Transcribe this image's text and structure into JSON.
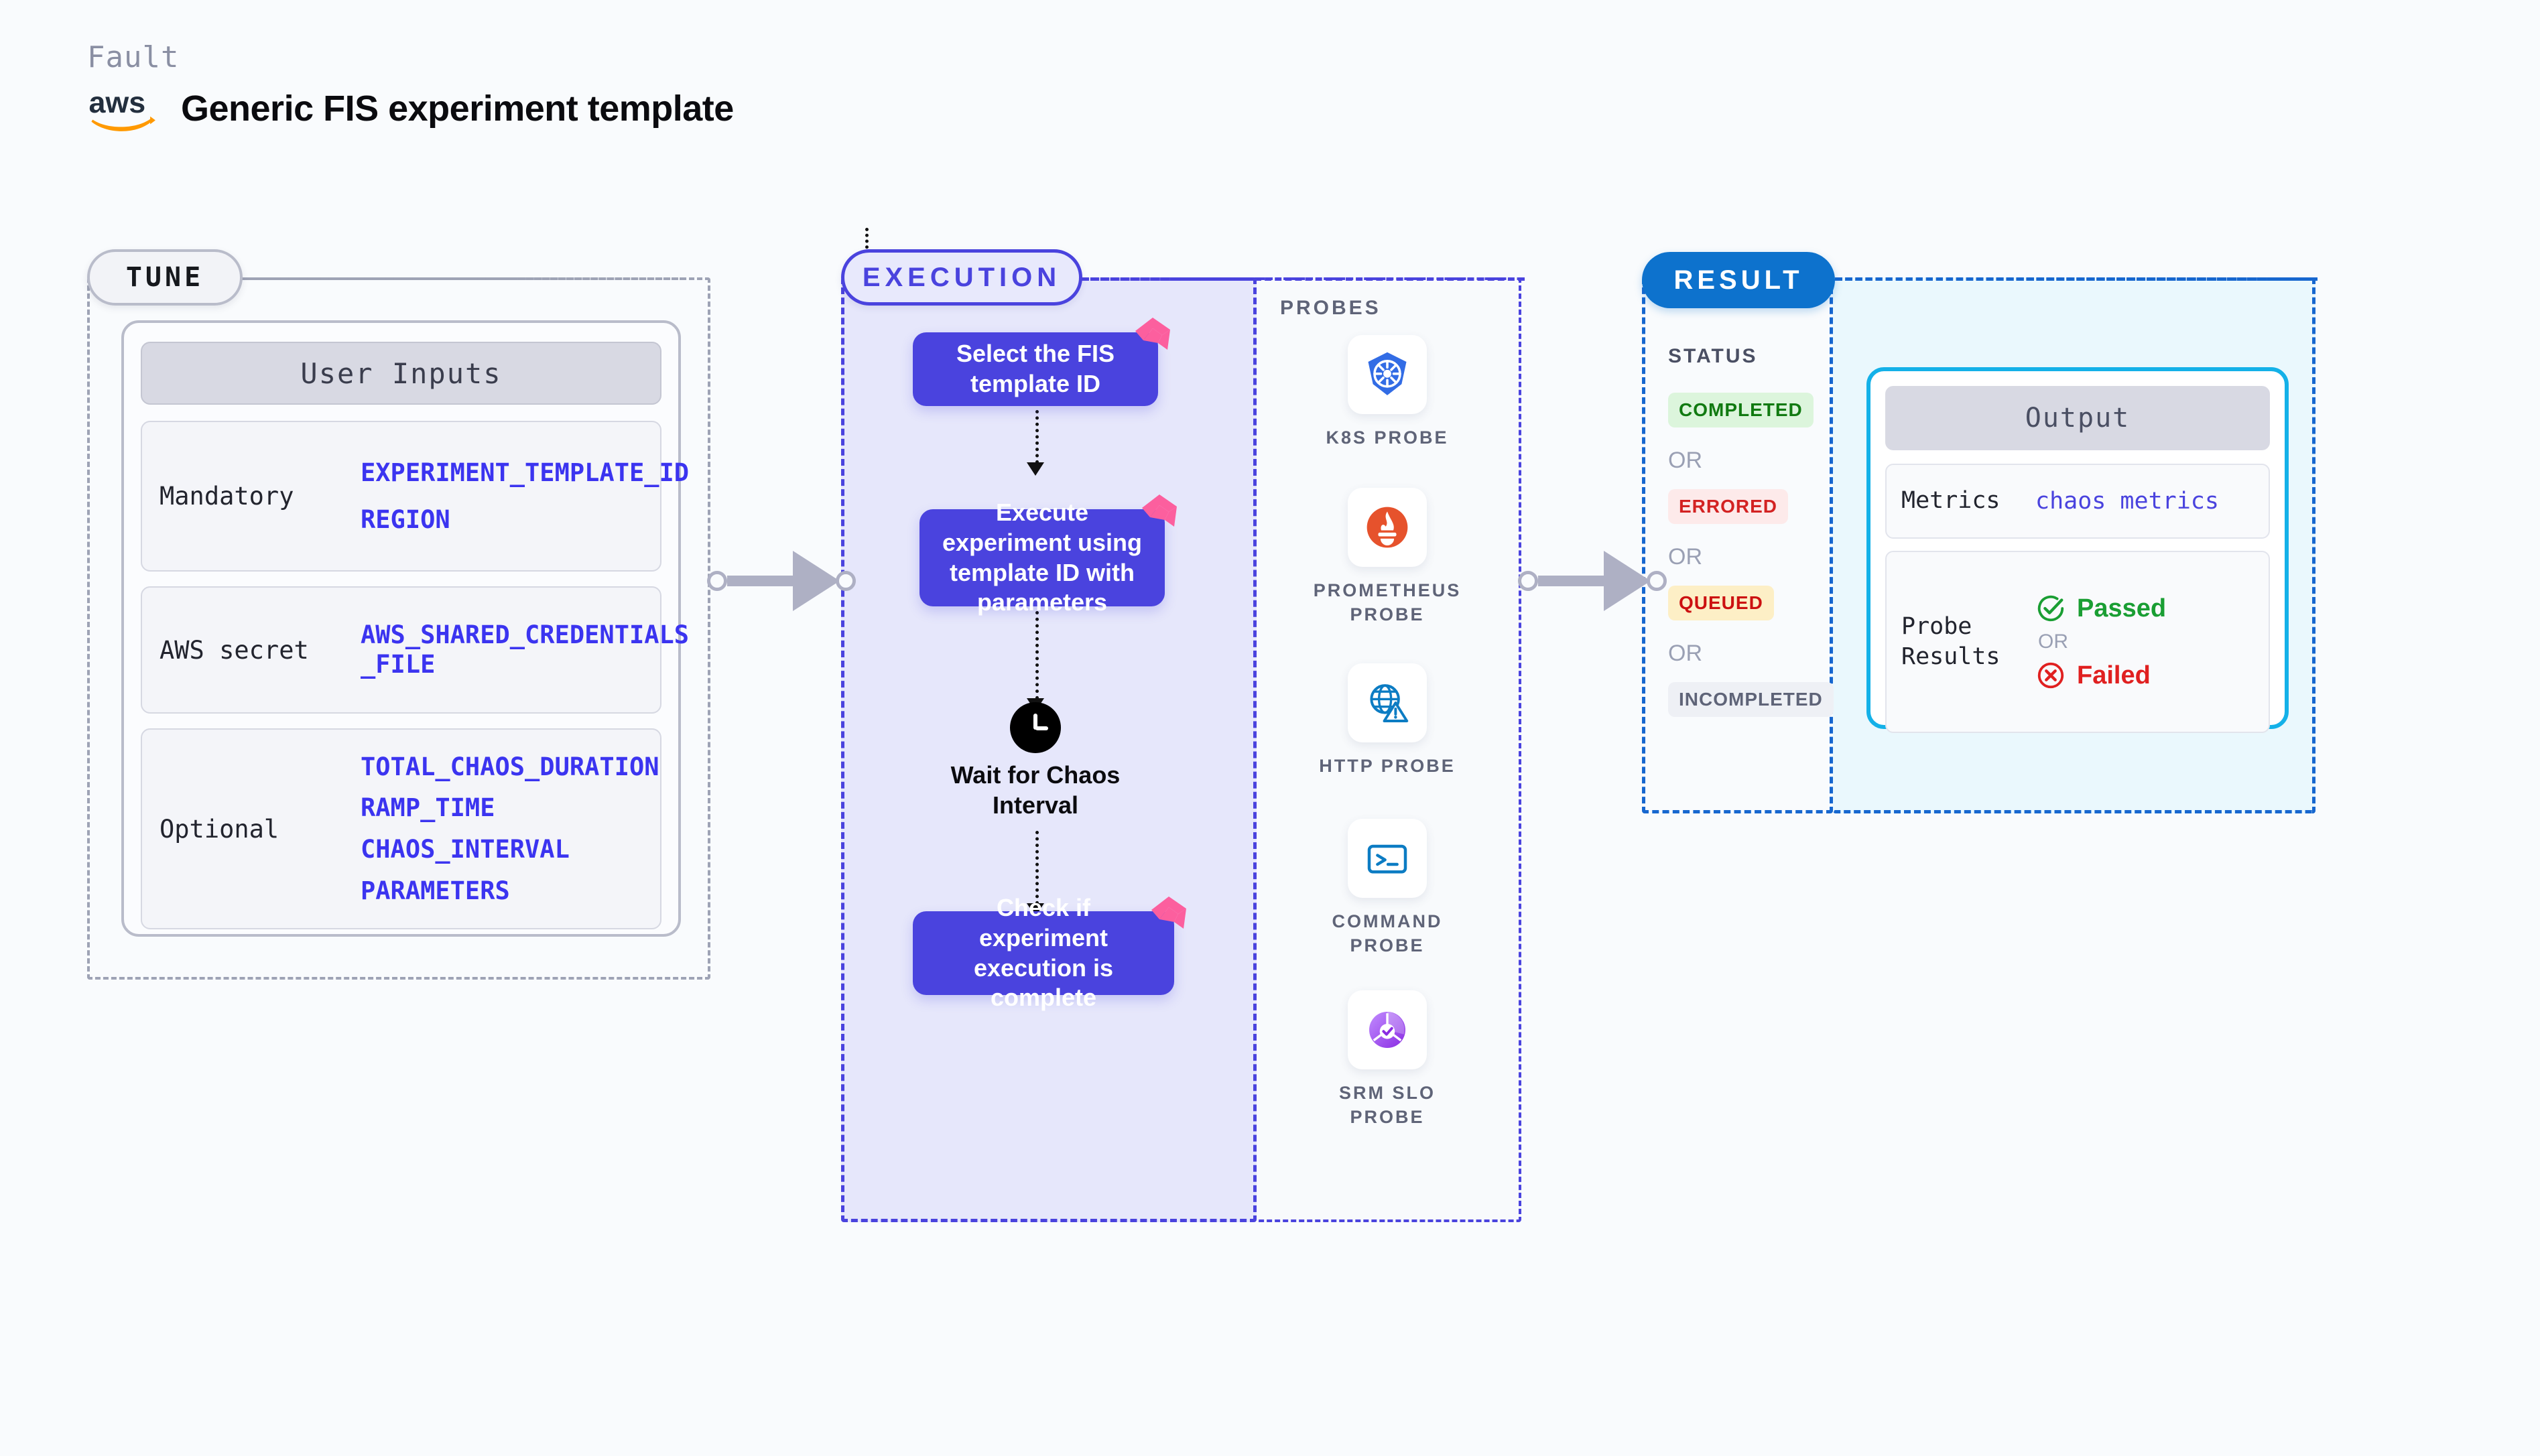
{
  "header": {
    "kicker": "Fault",
    "title": "Generic FIS experiment template",
    "logo_name": "aws-logo"
  },
  "sections": {
    "tune": {
      "label": "TUNE"
    },
    "execution": {
      "label": "EXECUTION"
    },
    "probes": {
      "label": "PROBES"
    },
    "result": {
      "label": "RESULT"
    }
  },
  "tune": {
    "card_title": "User Inputs",
    "rows": [
      {
        "label": "Mandatory",
        "values": [
          "EXPERIMENT_TEMPLATE_ID",
          "REGION"
        ]
      },
      {
        "label": "AWS secret",
        "values": [
          "AWS_SHARED_CREDENTIALS\n_FILE"
        ]
      },
      {
        "label": "Optional",
        "values": [
          "TOTAL_CHAOS_DURATION",
          "RAMP_TIME",
          "CHAOS_INTERVAL",
          "PARAMETERS"
        ]
      }
    ]
  },
  "execution": {
    "steps": [
      {
        "text": "Select the FIS template ID",
        "badge": "chaos-badge-icon"
      },
      {
        "text": "Execute experiment using template ID with parameters",
        "badge": "chaos-badge-icon"
      },
      {
        "text": "Check if experiment execution is complete",
        "badge": "chaos-badge-icon"
      }
    ],
    "wait": {
      "label": "Wait for Chaos Interval",
      "icon": "clock-icon"
    }
  },
  "probes": {
    "items": [
      {
        "name": "K8S PROBE",
        "icon": "kubernetes-icon",
        "color": "#326ce5"
      },
      {
        "name": "PROMETHEUS PROBE",
        "icon": "prometheus-icon",
        "color": "#e6522c"
      },
      {
        "name": "HTTP PROBE",
        "icon": "http-globe-icon",
        "color": "#0c7cc3"
      },
      {
        "name": "COMMAND PROBE",
        "icon": "terminal-icon",
        "color": "#0c7cc3"
      },
      {
        "name": "SRM SLO PROBE",
        "icon": "srm-slo-icon",
        "color": "#9b4dff"
      }
    ]
  },
  "result": {
    "status_title": "STATUS",
    "or_label": "OR",
    "statuses": [
      {
        "label": "COMPLETED",
        "bg": "#dcf5dc",
        "fg": "#117a11"
      },
      {
        "label": "ERRORED",
        "bg": "#fdeaea",
        "fg": "#d32222"
      },
      {
        "label": "QUEUED",
        "bg": "#fdefc6",
        "fg": "#cc1111"
      },
      {
        "label": "INCOMPLETED",
        "bg": "#eef0f5",
        "fg": "#5f6478"
      }
    ]
  },
  "output": {
    "card_title": "Output",
    "metrics_label": "Metrics",
    "metrics_value": "chaos metrics",
    "probe_results_label": "Probe Results",
    "passed_label": "Passed",
    "failed_label": "Failed",
    "or_label": "OR",
    "passed_color": "#1a9e33",
    "failed_color": "#e02020"
  },
  "colors": {
    "background": "#f9fbfd",
    "purple": "#4a43de",
    "pink_badge": "#fc5f9e",
    "blue_result": "#0d72cd",
    "cyan_border": "#14b1e8",
    "arrow_gray": "#aeb0c4",
    "aws_orange": "#ff9900"
  }
}
